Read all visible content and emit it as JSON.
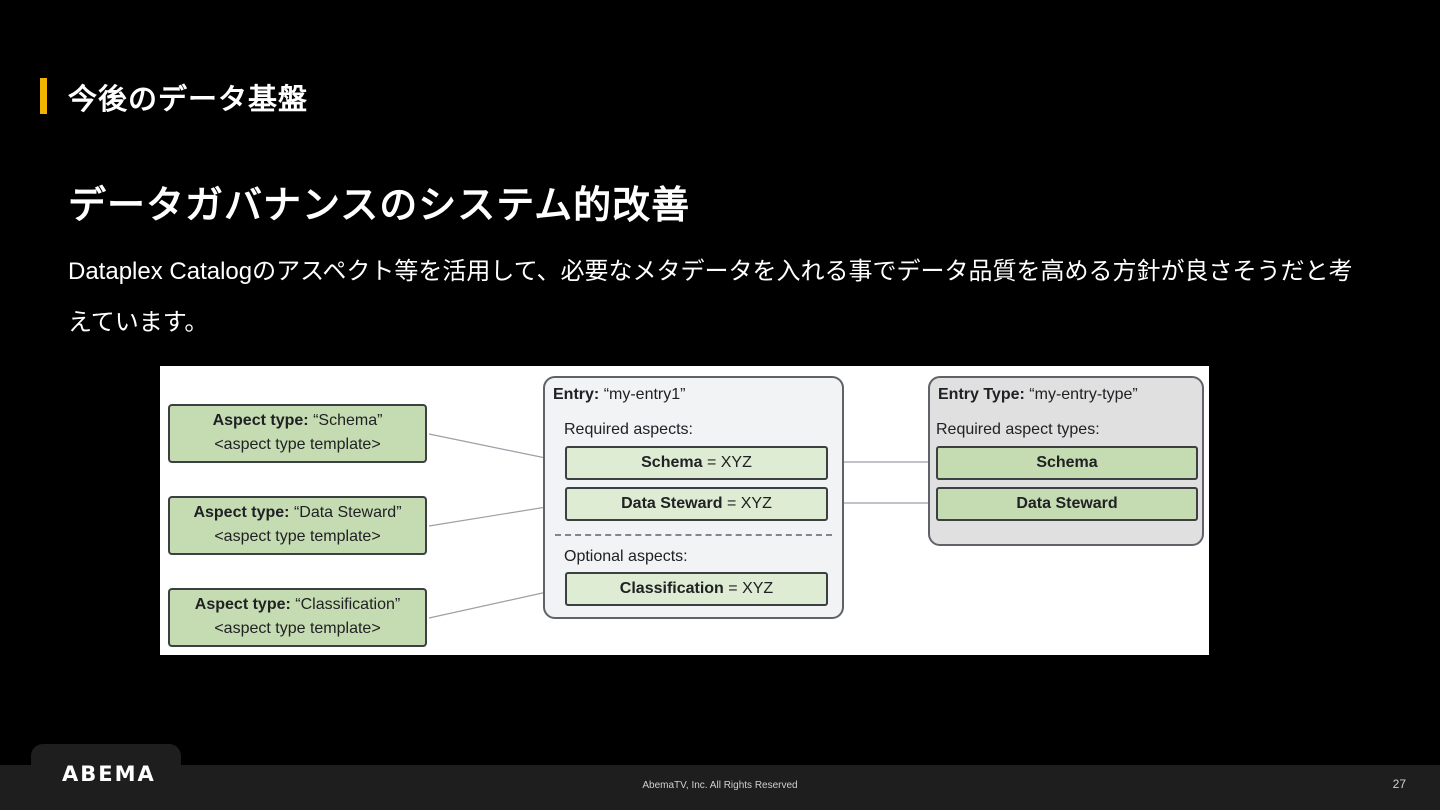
{
  "slide": {
    "section_title": "今後のデータ基盤",
    "heading": "データガバナンスのシステム的改善",
    "body": "Dataplex Catalogのアスペクト等を活用して、必要なメタデータを入れる事でデータ品質を高める方針が良さそうだと考えています。"
  },
  "diagram": {
    "aspect_types": [
      {
        "label": "Aspect type:",
        "name": "“Schema”",
        "template": "<aspect type template>"
      },
      {
        "label": "Aspect type:",
        "name": "“Data Steward”",
        "template": "<aspect type template>"
      },
      {
        "label": "Aspect type:",
        "name": "“Classification”",
        "template": "<aspect type template>"
      }
    ],
    "entry": {
      "label": "Entry:",
      "name": "“my-entry1”",
      "required_label": "Required aspects:",
      "required": [
        {
          "name": "Schema",
          "value": "= XYZ"
        },
        {
          "name": "Data Steward",
          "value": "= XYZ"
        }
      ],
      "optional_label": "Optional aspects:",
      "optional": [
        {
          "name": "Classification",
          "value": "= XYZ"
        }
      ]
    },
    "entry_type": {
      "label": "Entry Type:",
      "name": "“my-entry-type”",
      "required_label": "Required aspect types:",
      "required": [
        "Schema",
        "Data Steward"
      ]
    }
  },
  "footer": {
    "logo": "ABEMA",
    "copyright": "AbemaTV, Inc. All Rights Reserved",
    "page_number": "27"
  },
  "colors": {
    "accent_bar": "#f0b400",
    "aspect_green": "#c5dcb2",
    "field_green": "#dfecd4"
  }
}
